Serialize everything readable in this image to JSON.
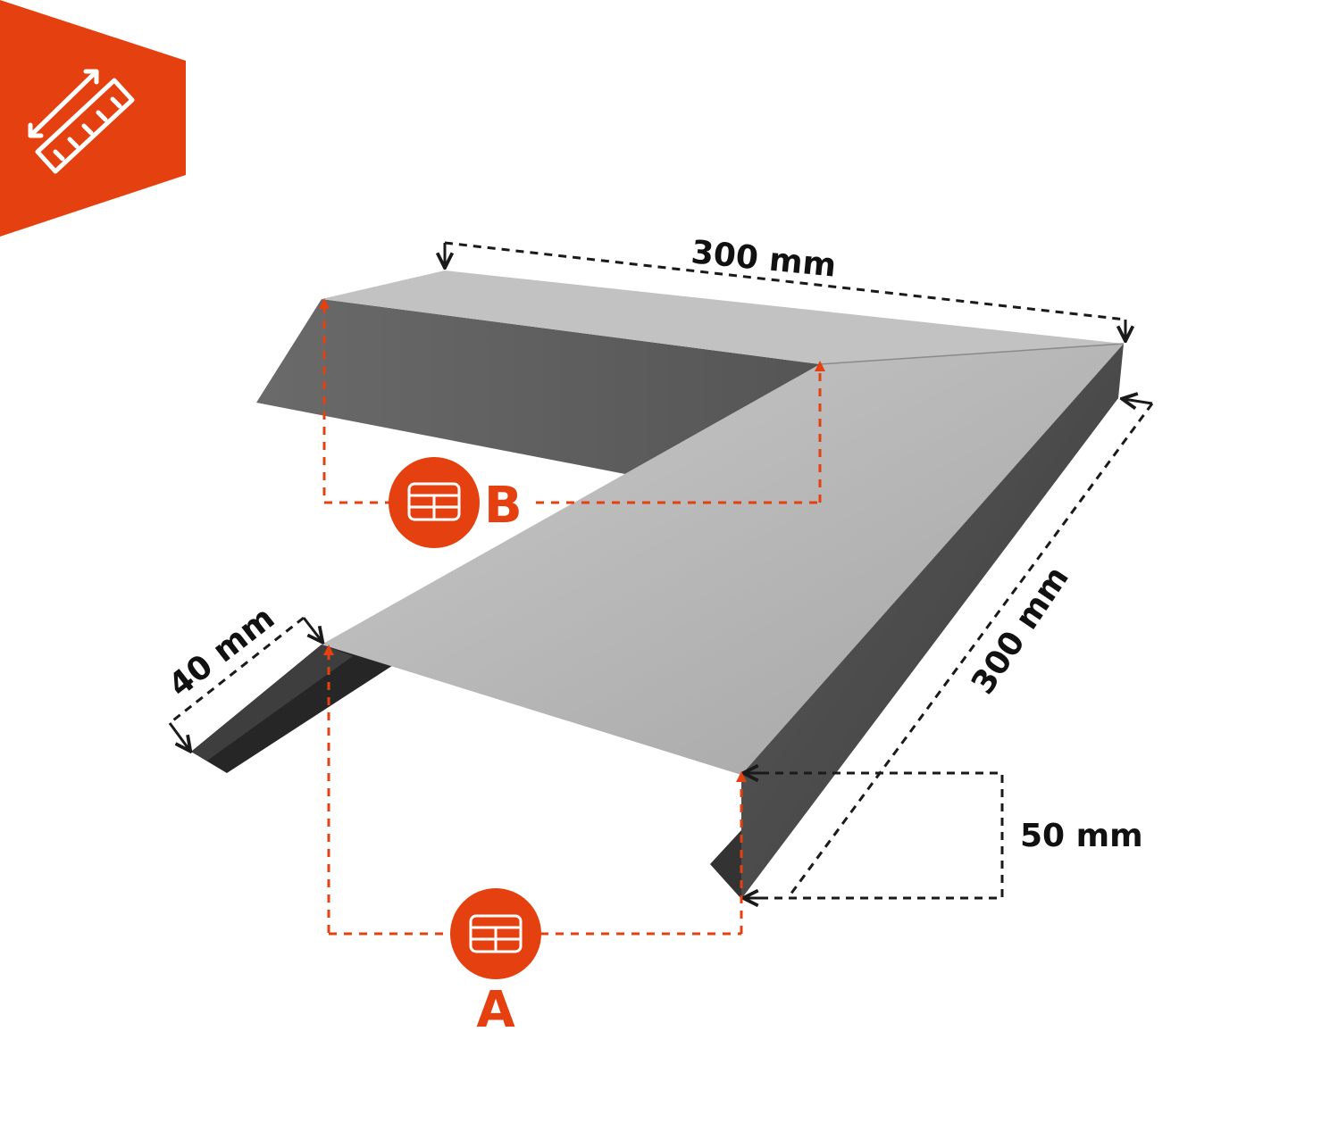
{
  "colors": {
    "accent": "#e5400f",
    "sheet_top": "#a9a9a9",
    "sheet_top_light": "#c3c3c3",
    "sheet_side": "#5e5e5e",
    "sheet_side_dark": "#3a3a3a",
    "dimension_line": "#1a1a1a",
    "label_text": "#111111"
  },
  "badge": {
    "icon": "ruler-icon"
  },
  "dimensions": {
    "top_length": "300 mm",
    "right_length": "300 mm",
    "flange_width": "40 mm",
    "drop_height": "50 mm"
  },
  "markers": {
    "a": {
      "letter": "A",
      "icon": "table-icon"
    },
    "b": {
      "letter": "B",
      "icon": "table-icon"
    }
  }
}
